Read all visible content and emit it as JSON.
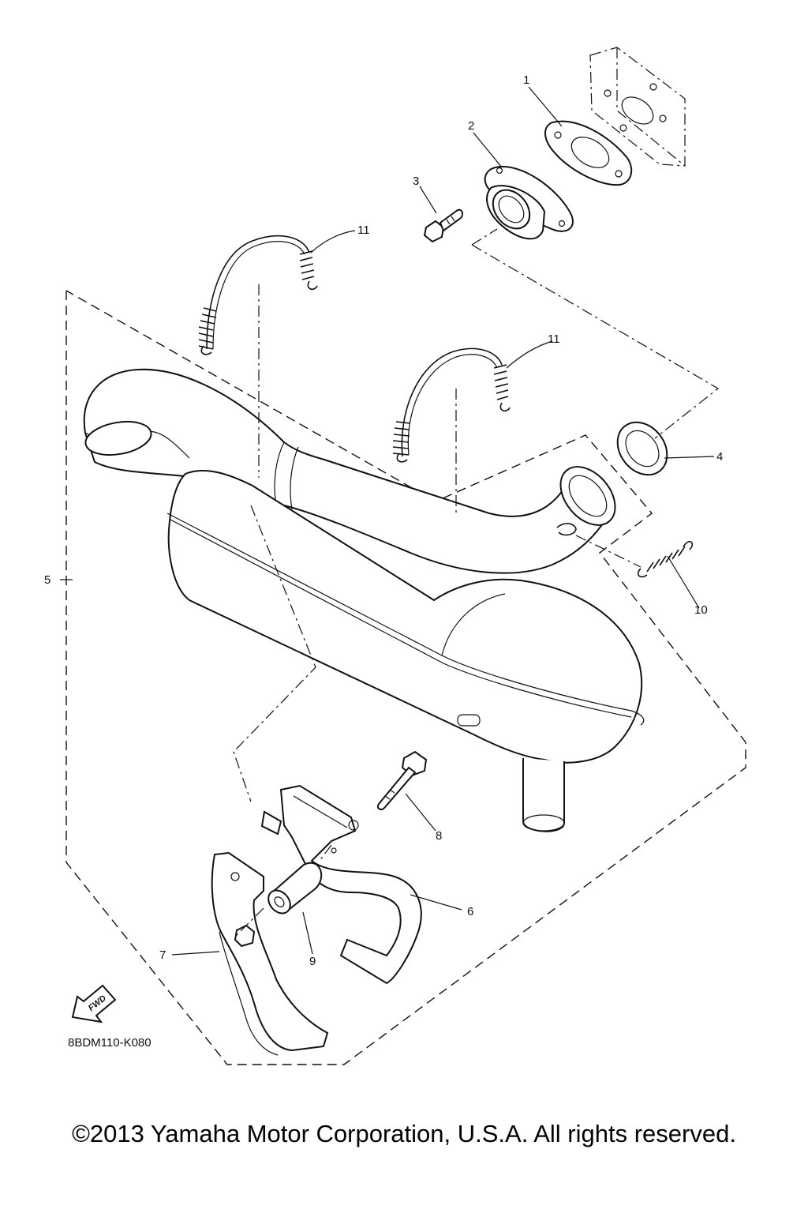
{
  "diagram": {
    "callouts": [
      "1",
      "2",
      "3",
      "4",
      "5",
      "6",
      "7",
      "8",
      "9",
      "10",
      "11",
      "11"
    ],
    "fwd_label": "FWD",
    "diagram_code": "8BDM110-K080"
  },
  "copyright": "©2013 Yamaha Motor Corporation, U.S.A. All rights reserved."
}
